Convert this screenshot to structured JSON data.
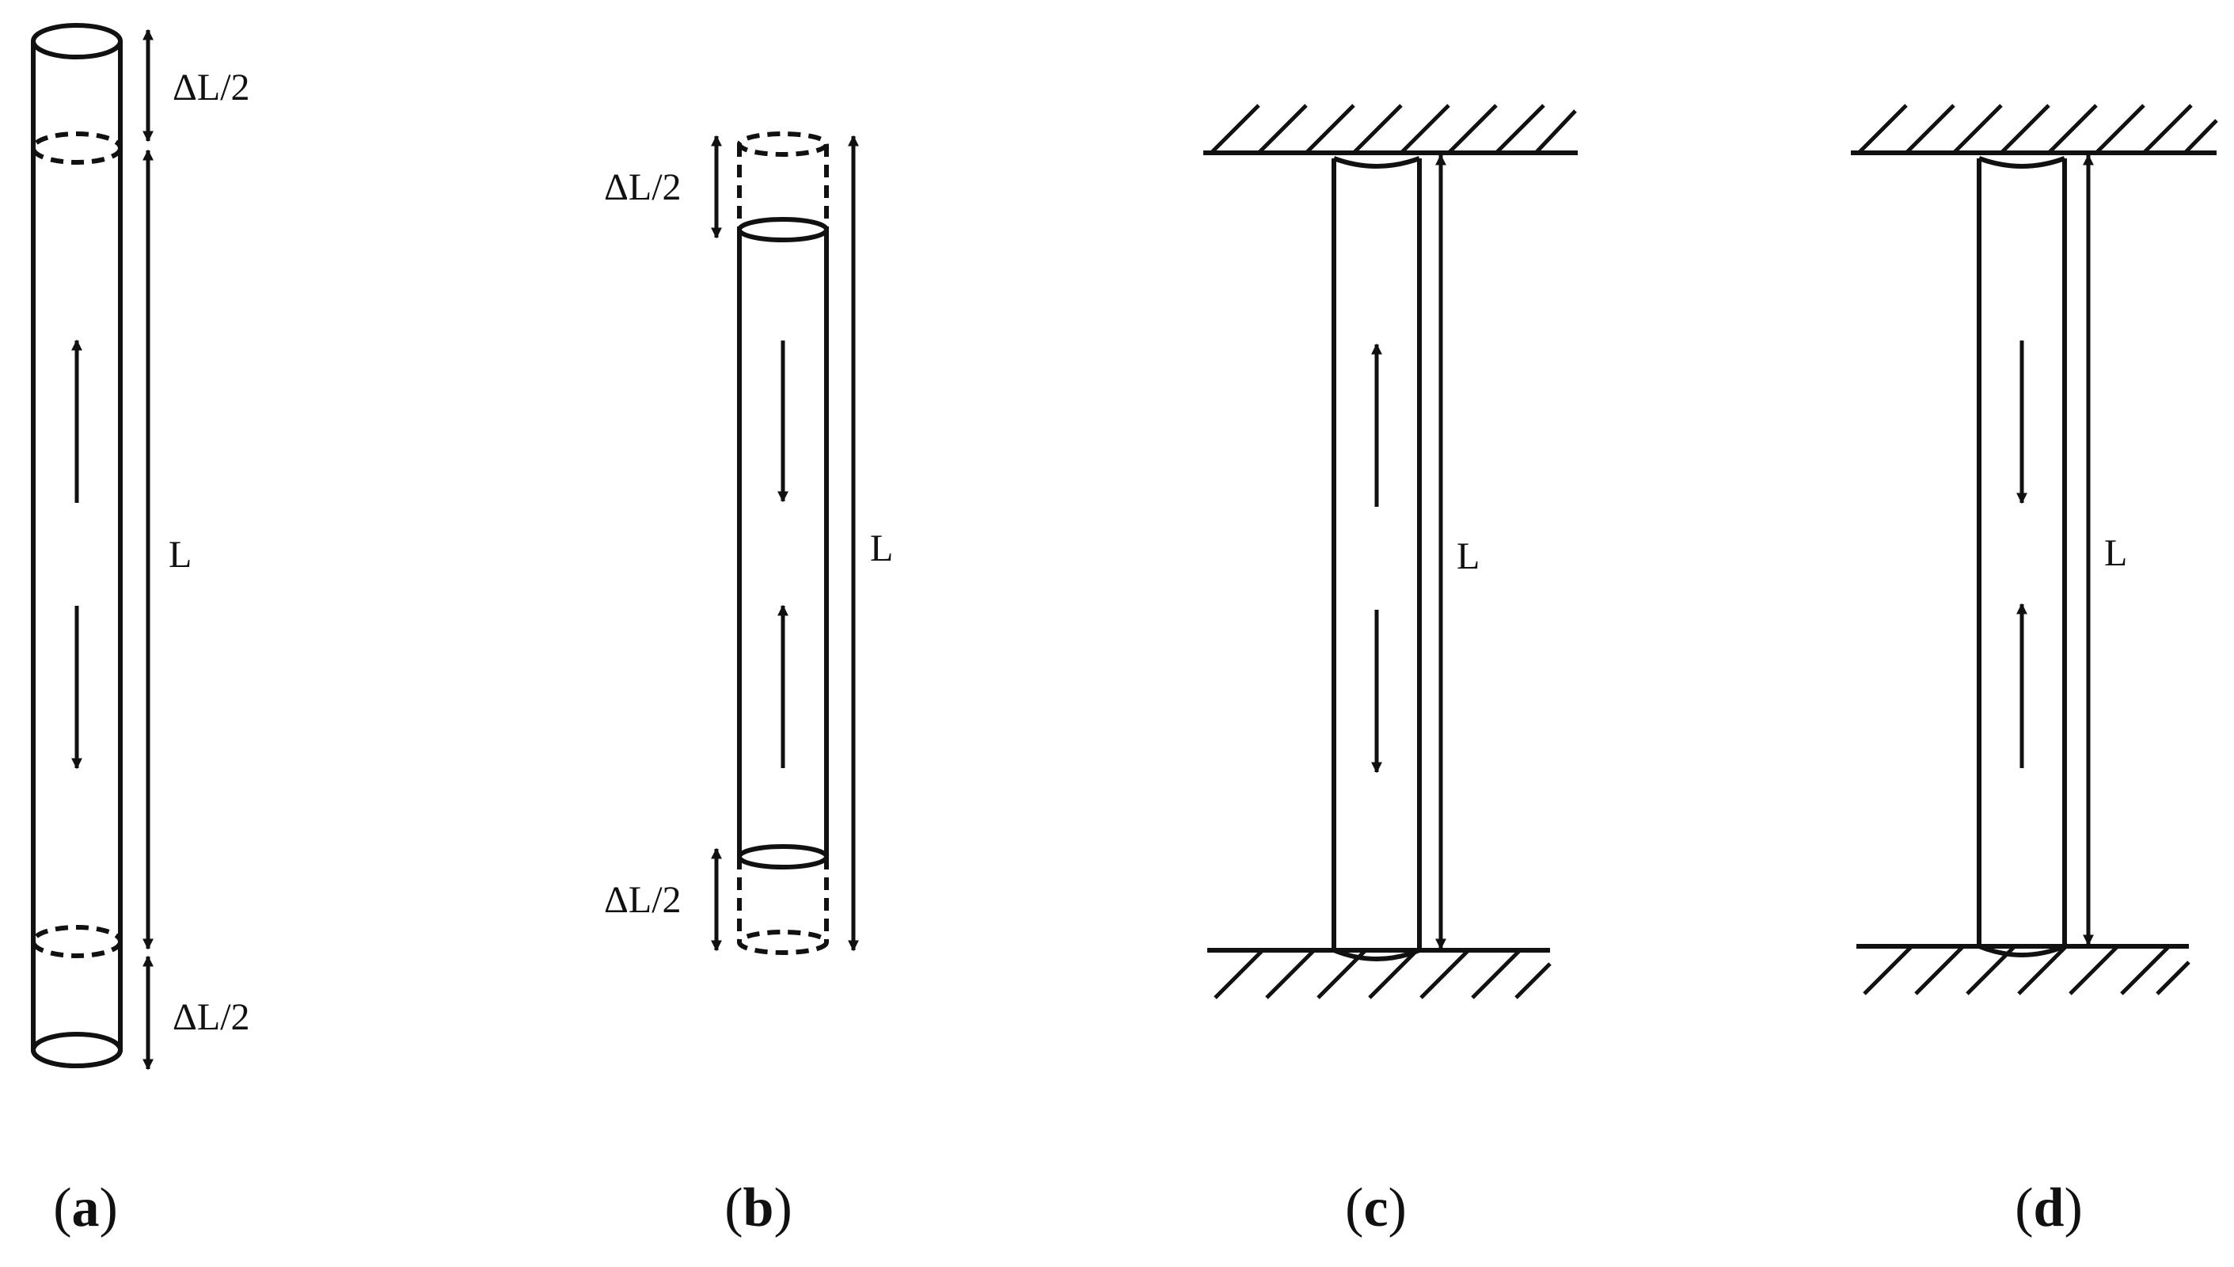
{
  "colors": {
    "stroke": "#111111",
    "background": "#ffffff"
  },
  "panels": [
    {
      "id": "a",
      "caption_open": "(",
      "caption_letter": "a",
      "caption_close": ")",
      "label_top": "ΔL/2",
      "label_length": "L",
      "label_bottom": "ΔL/2"
    },
    {
      "id": "b",
      "caption_open": "(",
      "caption_letter": "b",
      "caption_close": ")",
      "label_top": "ΔL/2",
      "label_length": "L",
      "label_bottom": "ΔL/2"
    },
    {
      "id": "c",
      "caption_open": "(",
      "caption_letter": "c",
      "caption_close": ")",
      "label_length": "L"
    },
    {
      "id": "d",
      "caption_open": "(",
      "caption_letter": "d",
      "caption_close": ")",
      "label_length": "L"
    }
  ]
}
